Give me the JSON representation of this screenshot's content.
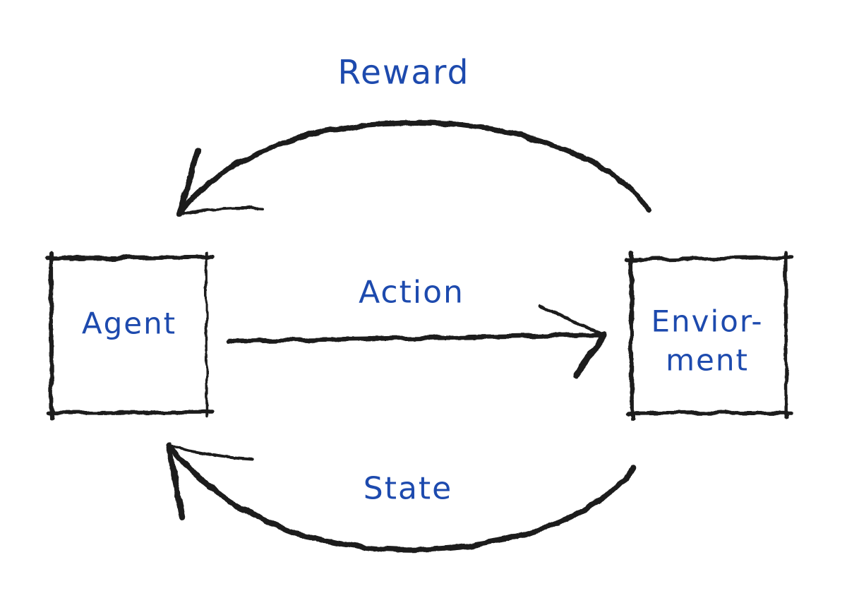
{
  "diagram": {
    "type": "reinforcement-learning-loop",
    "colors": {
      "background": "#ffffff",
      "ink_black": "#1d1d1d",
      "label_blue": "#1d4aae"
    },
    "nodes": {
      "agent": {
        "label": "Agent"
      },
      "environment": {
        "label_line1": "Envior-",
        "label_line2": "ment"
      }
    },
    "edges": {
      "reward": {
        "label": "Reward",
        "from": "environment",
        "to": "agent",
        "position": "top"
      },
      "action": {
        "label": "Action",
        "from": "agent",
        "to": "environment",
        "position": "middle"
      },
      "state": {
        "label": "State",
        "from": "environment",
        "to": "agent",
        "position": "bottom"
      }
    }
  }
}
